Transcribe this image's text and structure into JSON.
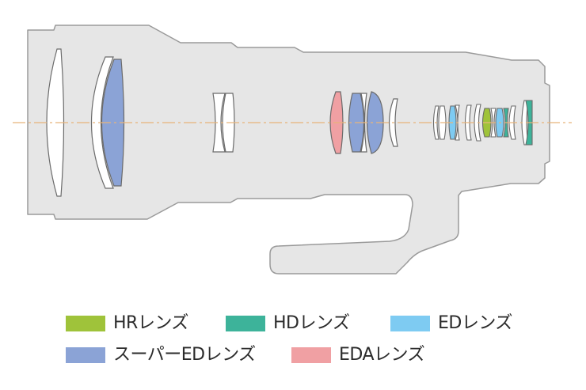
{
  "legend": [
    {
      "id": "hr",
      "label": "HRレンズ",
      "color": "#9fc33a"
    },
    {
      "id": "hd",
      "label": "HDレンズ",
      "color": "#3db39a"
    },
    {
      "id": "ed",
      "label": "EDレンズ",
      "color": "#7ecbf2"
    },
    {
      "id": "super-ed",
      "label": "スーパーEDレンズ",
      "color": "#8ba3d6"
    },
    {
      "id": "eda",
      "label": "EDAレンズ",
      "color": "#f0a0a3"
    }
  ],
  "colors": {
    "barrel_fill": "#e6e6e6",
    "barrel_stroke": "#9a9a9a",
    "optical_axis": "#e8b47a",
    "plain_lens": "#ffffff",
    "lens_stroke": "#6b6b6b"
  }
}
